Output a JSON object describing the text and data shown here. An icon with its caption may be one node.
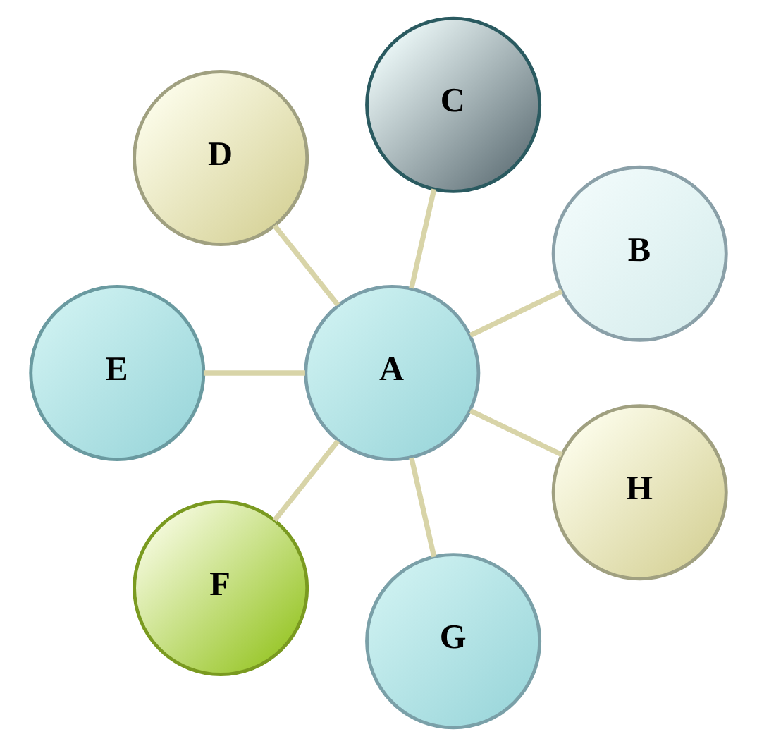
{
  "diagram": {
    "nodes": [
      {
        "text": [
          "A"
        ]
      },
      {
        "text": [
          "B"
        ]
      },
      {
        "text": [
          "C"
        ]
      },
      {
        "text": [
          "D"
        ]
      },
      {
        "text": [
          "E"
        ]
      },
      {
        "text": [
          "F"
        ]
      },
      {
        "text": [
          "G"
        ]
      },
      {
        "text": [
          "H"
        ]
      }
    ],
    "edges": [
      {
        "from": 0,
        "to": 1,
        "arrow": "none"
      },
      {
        "from": 0,
        "to": 2,
        "arrow": "none"
      },
      {
        "from": 0,
        "to": 3,
        "arrow": "none"
      },
      {
        "from": 0,
        "to": 4,
        "arrow": "none"
      },
      {
        "from": 0,
        "to": 5,
        "arrow": "none"
      },
      {
        "from": 0,
        "to": 6,
        "arrow": "none"
      },
      {
        "from": 0,
        "to": 7,
        "arrow": "none"
      }
    ]
  }
}
